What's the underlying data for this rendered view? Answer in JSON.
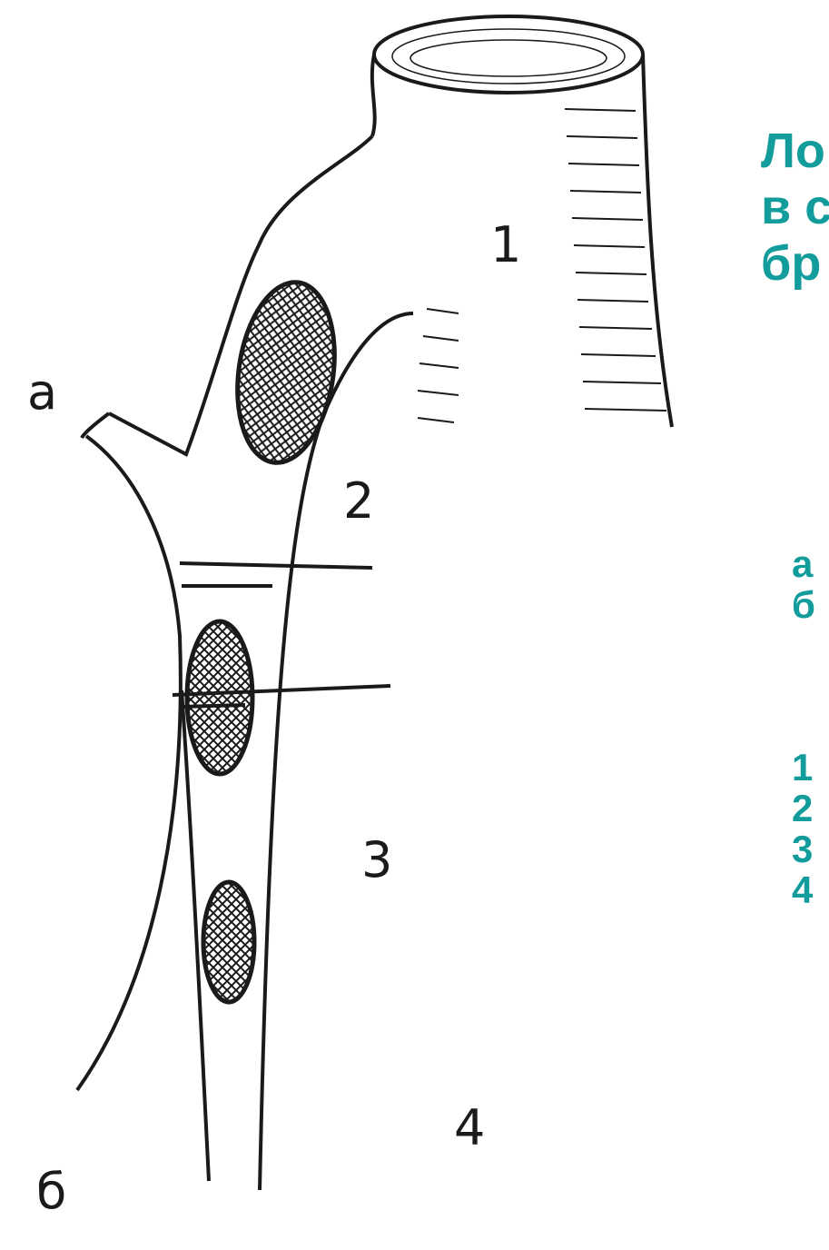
{
  "title_lines": [
    "Ло",
    "в с",
    "бр"
  ],
  "legend_letters": [
    "а",
    "б"
  ],
  "legend_numbers": [
    "1",
    "2",
    "3",
    "4"
  ],
  "figure_labels": {
    "a": "а",
    "b": "б",
    "n1": "1",
    "n2": "2",
    "n3": "3",
    "n4": "4"
  },
  "colors": {
    "accent": "#139c9c",
    "ink": "#1a1a1a",
    "background": "#ffffff"
  }
}
